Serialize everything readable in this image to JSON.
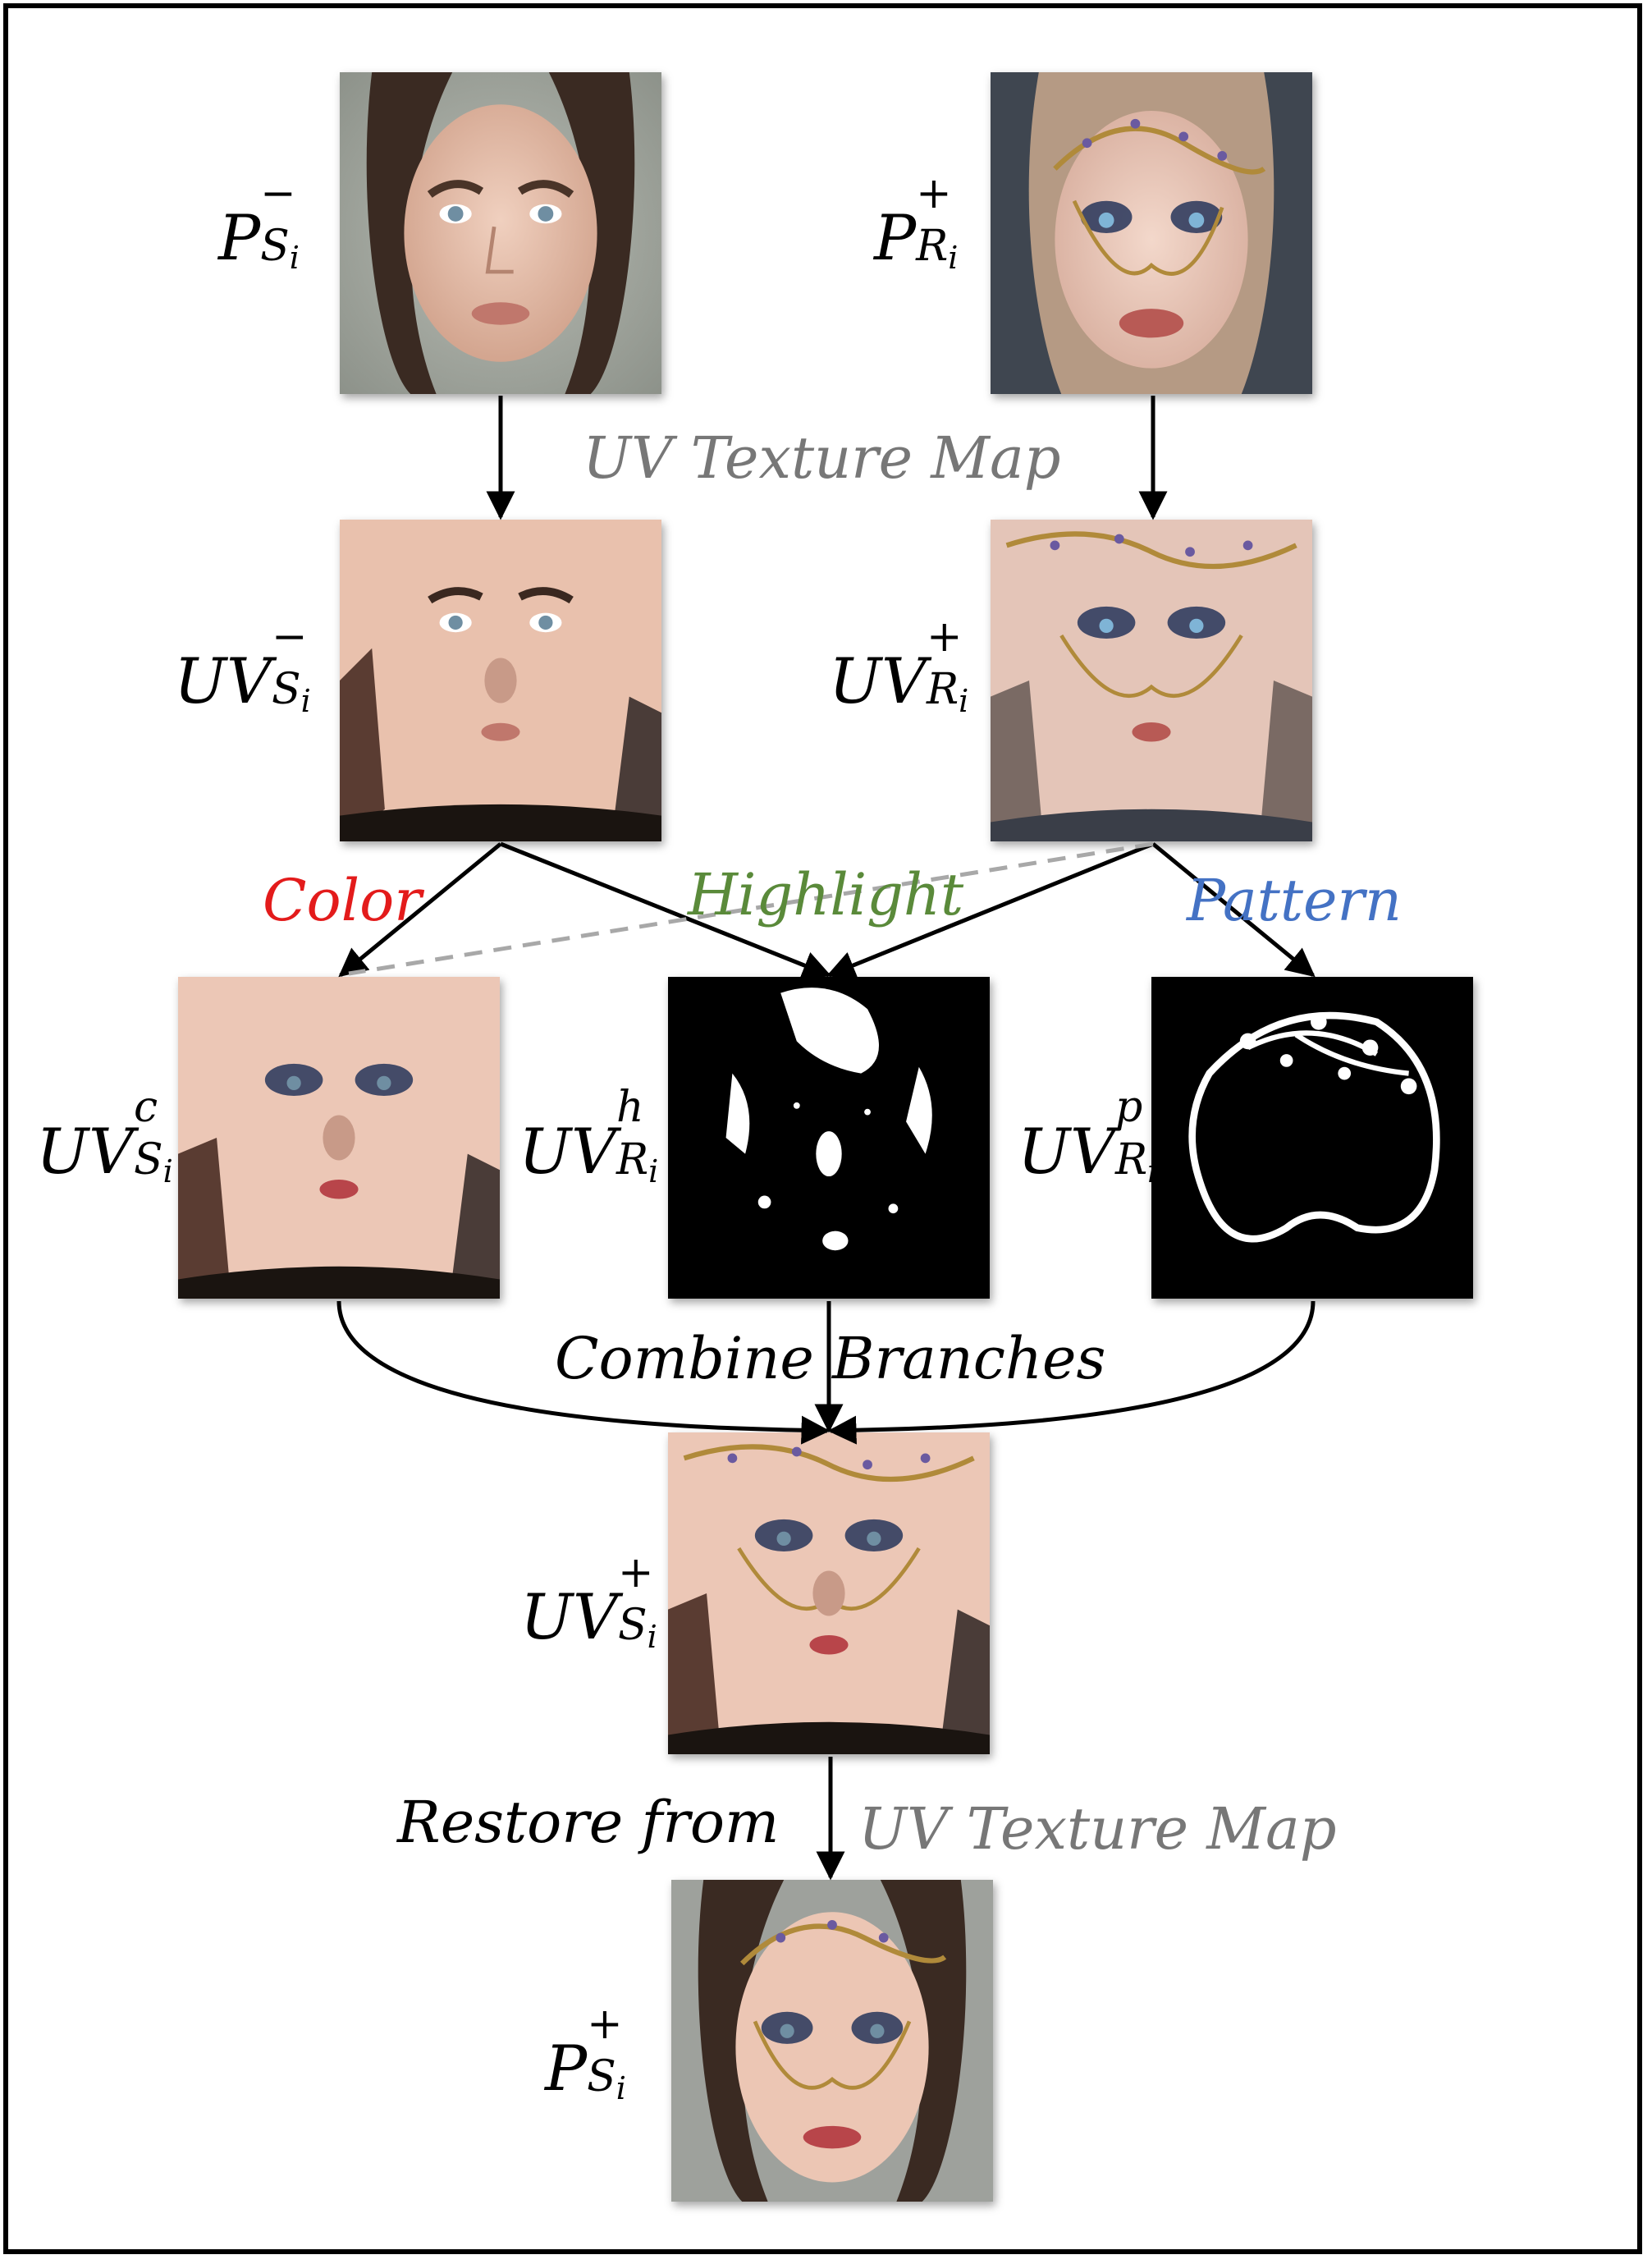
{
  "labels": {
    "p_s_minus": {
      "base": "P",
      "sup": "−",
      "sub": "S",
      "subsub": "i"
    },
    "p_r_plus": {
      "base": "P",
      "sup": "+",
      "sub": "R",
      "subsub": "i"
    },
    "uv_s_minus": {
      "base": "UV",
      "sup": "−",
      "sub": "S",
      "subsub": "i"
    },
    "uv_r_plus": {
      "base": "UV",
      "sup": "+",
      "sub": "R",
      "subsub": "i"
    },
    "uv_s_c": {
      "base": "UV",
      "sup": "c",
      "sub": "S",
      "subsub": "i"
    },
    "uv_r_h": {
      "base": "UV",
      "sup": "h",
      "sub": "R",
      "subsub": "i"
    },
    "uv_r_p": {
      "base": "UV",
      "sup": "p",
      "sub": "R",
      "subsub": "i"
    },
    "uv_s_plus": {
      "base": "UV",
      "sup": "+",
      "sub": "S",
      "subsub": "i"
    },
    "p_s_plus": {
      "base": "P",
      "sup": "+",
      "sub": "S",
      "subsub": "i"
    }
  },
  "captions": {
    "uv_texture_map": "UV Texture Map",
    "color": "Color",
    "highlight": "Highlight",
    "pattern": "Pattern",
    "combine_branches": "Combine  Branches",
    "restore_from": "Restore from",
    "uv_texture_map_2": "UV Texture Map"
  },
  "colors": {
    "texture_map": "#777777",
    "color": "#e31b1b",
    "highlight": "#5a8a3a",
    "pattern": "#4472c4",
    "arrow": "#000000",
    "dashed": "#a8a8a8"
  },
  "icons": {
    "source_face": "portrait-photo",
    "reference_face": "portrait-photo-with-makeup",
    "uv_map": "uv-texture-map",
    "mask": "binary-mask"
  }
}
